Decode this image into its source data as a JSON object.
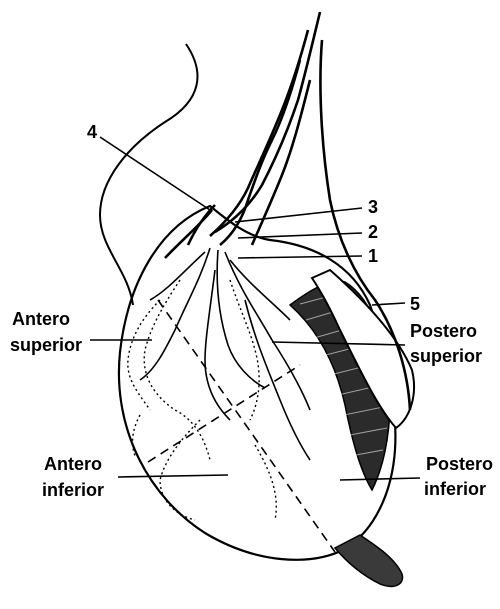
{
  "labels": {
    "n4": "4",
    "n3": "3",
    "n2": "2",
    "n1": "1",
    "n5": "5",
    "antero_superior_1": "Antero",
    "antero_superior_2": "superior",
    "postero_superior_1": "Postero",
    "postero_superior_2": "superior",
    "antero_inferior_1": "Antero",
    "antero_inferior_2": "inferior",
    "postero_inferior_1": "Postero",
    "postero_inferior_2": "inferior"
  },
  "colors": {
    "ink": "#000000",
    "paper": "#ffffff"
  }
}
